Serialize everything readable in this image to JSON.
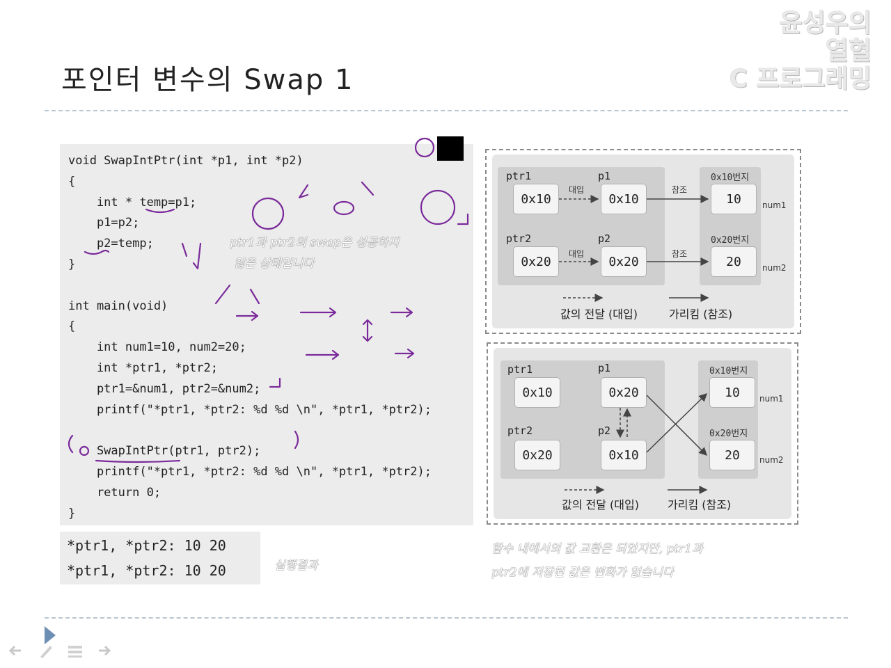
{
  "brand": {
    "line1": "윤성우의",
    "line2": "열혈",
    "line3": "C 프로그래밍"
  },
  "slide": {
    "title": "포인터 변수의 Swap 1"
  },
  "code": {
    "lines": [
      "void SwapIntPtr(int *p1, int *p2)",
      "{",
      "    int * temp=p1;",
      "    p1=p2;",
      "    p2=temp;",
      "}",
      "",
      "int main(void)",
      "{",
      "    int num1=10, num2=20;",
      "    int *ptr1, *ptr2;",
      "    ptr1=&num1, ptr2=&num2;",
      "    printf(\"*ptr1, *ptr2: %d %d \\n\", *ptr1, *ptr2);",
      "",
      "    SwapIntPtr(ptr1, ptr2);",
      "    printf(\"*ptr1, *ptr2: %d %d \\n\", *ptr1, *ptr2);",
      "    return 0;",
      "}"
    ]
  },
  "output": {
    "lines": [
      "*ptr1, *ptr2: 10 20",
      "*ptr1, *ptr2: 10 20"
    ],
    "caption": "실행결과"
  },
  "notes": {
    "code_note_1": "ptr1과 ptr2의 swap은 성공하지",
    "code_note_2": "않은 상태입니다"
  },
  "diagram_top": {
    "ptr1_label": "ptr1",
    "ptr1_val": "0x10",
    "ptr2_label": "ptr2",
    "ptr2_val": "0x20",
    "p1_label": "p1",
    "p1_val": "0x10",
    "p2_label": "p2",
    "p2_val": "0x20",
    "assign_label_1": "대입",
    "assign_label_2": "대입",
    "ref_label_1": "참조",
    "ref_label_2": "참조",
    "addr1_label": "0x10번지",
    "addr1_val": "10",
    "num1_label": "num1",
    "addr2_label": "0x20번지",
    "addr2_val": "20",
    "num2_label": "num2",
    "legend_pass": "값의 전달 (대입)",
    "legend_point": "가리킴 (참조)"
  },
  "diagram_bottom": {
    "ptr1_label": "ptr1",
    "ptr1_val": "0x10",
    "ptr2_label": "ptr2",
    "ptr2_val": "0x20",
    "p1_label": "p1",
    "p1_val": "0x20",
    "p2_label": "p2",
    "p2_val": "0x10",
    "addr1_label": "0x10번지",
    "addr1_val": "10",
    "num1_label": "num1",
    "addr2_label": "0x20번지",
    "addr2_val": "20",
    "num2_label": "num2",
    "legend_pass": "값의 전달 (대입)",
    "legend_point": "가리킴 (참조)"
  },
  "caption": {
    "line1": "함수 내에서의 값 교환은 되었지만, ptr1과",
    "line2": "ptr2에 저장된 값은 변화가 없습니다"
  },
  "colors": {
    "ink": "#7a2a9a",
    "panel": "#ececec",
    "rule": "#b8c6d2"
  },
  "icons": [
    "back-arrow-icon",
    "pen-icon",
    "menu-icon",
    "forward-arrow-icon"
  ]
}
